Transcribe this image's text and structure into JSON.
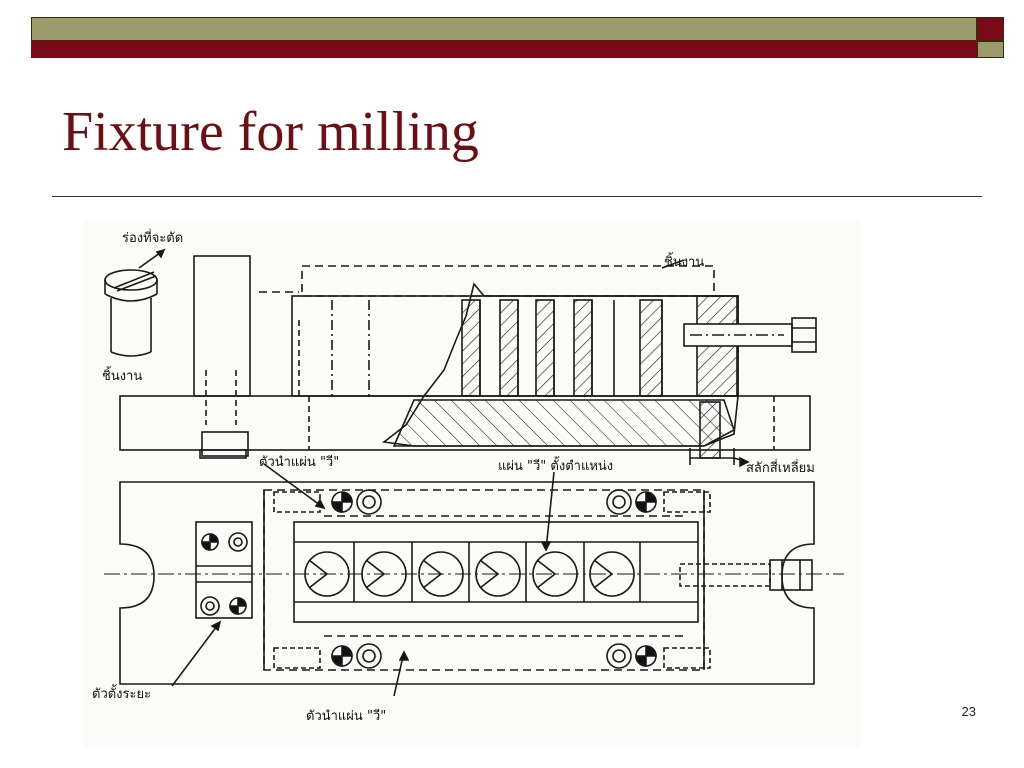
{
  "slide": {
    "title": "Fixture for milling",
    "page_number": "23"
  },
  "figure": {
    "labels": {
      "slot_to_cut": "ร่องที่จะตัด",
      "workpiece_top": "ชิ้นงาน",
      "workpiece_left": "ชิ้นงาน",
      "v_plate_guide_top": "ตัวนำแผ่น \"วี\"",
      "v_plate_locator": "แผ่น \"วี\" ตั้งตำแหน่ง",
      "square_key": "สลักสี่เหลี่ยม",
      "spacing_setter": "ตัวตั้งระยะ",
      "v_plate_guide_bottom": "ตัวนำแผ่น \"วี\""
    }
  },
  "colors": {
    "title": "#6b0f14",
    "bar_olive": "#9b9b6a",
    "bar_maroon": "#7b0a1a"
  }
}
